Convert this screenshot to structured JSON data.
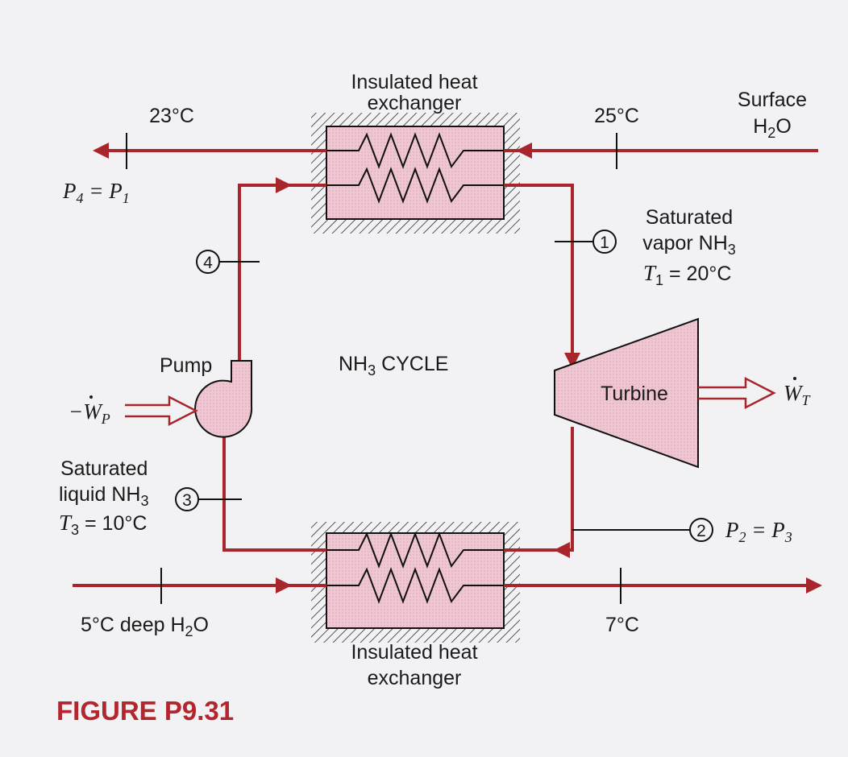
{
  "top_exchanger": {
    "line1": "Insulated heat",
    "line2": "exchanger"
  },
  "bottom_exchanger": {
    "line1": "Insulated heat",
    "line2": "exchanger"
  },
  "surface_water": {
    "line1": "Surface",
    "line2_main": "H",
    "line2_sub": "2",
    "line2_end": "O"
  },
  "temps": {
    "t23": "23°C",
    "t25": "25°C",
    "t7": "7°C"
  },
  "deep_water": {
    "main": "5°C deep H",
    "sub": "2",
    "end": "O"
  },
  "p4": {
    "a": "P",
    "a_sub": "4",
    "eq": " = ",
    "b": "P",
    "b_sub": "1"
  },
  "state1": {
    "num": "1",
    "line1": "Saturated",
    "line2_main": "vapor NH",
    "line2_sub": "3",
    "t": "T",
    "t_sub": "1",
    "t_end": " = 20°C"
  },
  "state2": {
    "num": "2",
    "a": "P",
    "a_sub": "2",
    "eq": " = ",
    "b": "P",
    "b_sub": "3"
  },
  "state3": {
    "num": "3",
    "line1": "Saturated",
    "line2_main": "liquid NH",
    "line2_sub": "3",
    "t": "T",
    "t_sub": "3",
    "t_end": " = 10°C"
  },
  "state4": {
    "num": "4"
  },
  "pump": {
    "label": "Pump",
    "work": "−W",
    "work_sub": "P"
  },
  "turbine": {
    "label": "Turbine",
    "work": "W",
    "work_sub": "T"
  },
  "cycle": {
    "main": "NH",
    "sub": "3",
    "end": " CYCLE"
  },
  "figure_label": "FIGURE P9.31",
  "colors": {
    "pipe": "#a8262b",
    "component_fill": "#efc6d2",
    "figure_label": "#b3262d"
  }
}
